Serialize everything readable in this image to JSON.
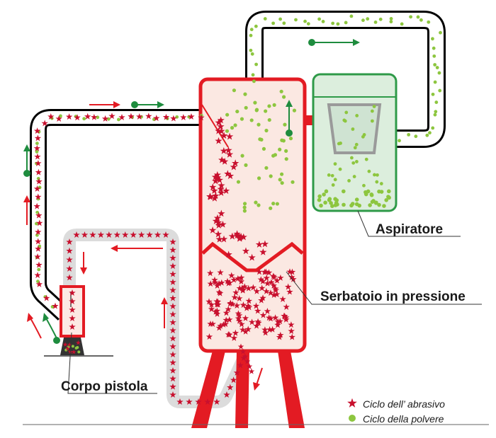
{
  "labels": {
    "aspiratore": "Aspiratore",
    "serbatoio": "Serbatoio in pressione",
    "corpo_pistola": "Corpo pistola"
  },
  "legend": {
    "abrasive": "Ciclo dell’ abrasivo",
    "dust": "Ciclo della polvere"
  },
  "colors": {
    "abrasive_red": "#c8102e",
    "dust_green": "#8dc63f",
    "flow_green": "#1e8c3e",
    "tank_fill": "#fbe8e2",
    "aspirator_fill": "#dceedd",
    "aspirator_border": "#2e9a48",
    "hose_gray": "#d9d9d9"
  }
}
